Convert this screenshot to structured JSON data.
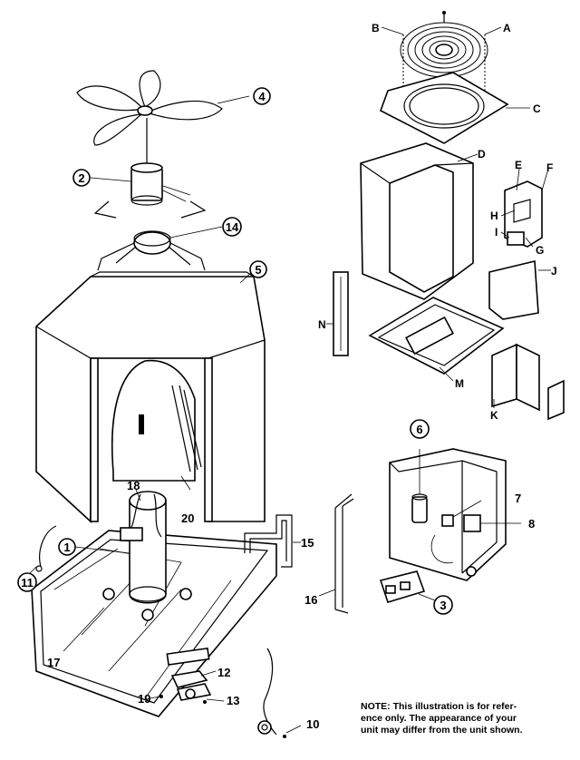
{
  "callouts": {
    "n1": "1",
    "n2": "2",
    "n3": "3",
    "n4": "4",
    "n5": "5",
    "n6": "6",
    "n7": "7",
    "n8": "8",
    "n10": "10",
    "n11": "11",
    "n12": "12",
    "n13": "13",
    "n14": "14",
    "n15": "15",
    "n16": "16",
    "n17": "17",
    "n18": "18",
    "n19": "19",
    "n20": "20",
    "A": "A",
    "B": "B",
    "C": "C",
    "D": "D",
    "E": "E",
    "F": "F",
    "G": "G",
    "H": "H",
    "I": "I",
    "J": "J",
    "K": "K",
    "M": "M",
    "N": "N"
  },
  "note": {
    "line1": "NOTE: This illustration is for  refer-",
    "line2": "ence only. The appearance of your",
    "line3": "unit may differ from the unit shown."
  }
}
